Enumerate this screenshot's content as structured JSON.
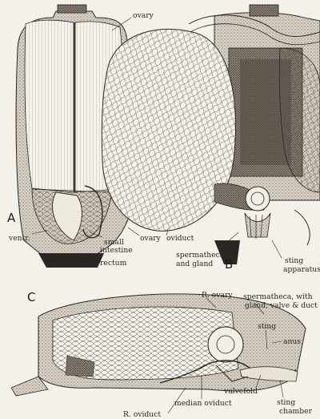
{
  "figure": {
    "panels": [
      {
        "id": "A",
        "letter": "A"
      },
      {
        "id": "B",
        "letter": "B"
      },
      {
        "id": "C",
        "letter": "C"
      }
    ],
    "labels": {
      "a_ovary": "ovary",
      "a_ventr": "ventr.",
      "a_ovary_lower": "ovary",
      "a_small_intestine_1": "small",
      "a_small_intestine_2": "intestine",
      "a_rectum": "rectum",
      "b_oviduct": "oviduct",
      "b_spermatheca_1": "spermatheca",
      "b_spermatheca_2": "and gland",
      "b_sting_1": "sting",
      "b_sting_2": "apparatus",
      "c_r_ovary": "R. ovary",
      "c_spermatheca_1": "spermatheca, with",
      "c_spermatheca_2": "gland, valve & duct",
      "c_sting": "sting",
      "c_anus": "anus",
      "c_valvefold": "valvefold",
      "c_median_oviduct": "median oviduct",
      "c_sting_chamber_1": "sting",
      "c_sting_chamber_2": "chamber",
      "c_r_oviduct": "R. oviduct"
    },
    "colors": {
      "ink": "#2a2622",
      "paper": "#f4f1ea",
      "stipple": "#8a8078",
      "dark_tissue": "#3a3430"
    }
  }
}
